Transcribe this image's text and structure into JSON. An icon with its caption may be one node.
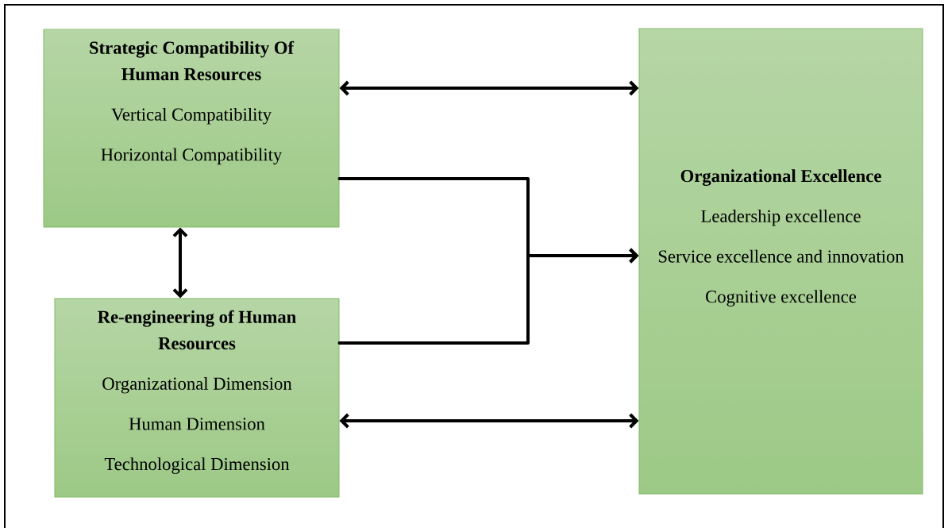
{
  "diagram": {
    "nodes": [
      {
        "text": [
          "Strategic Compatibility Of Human Resources",
          "Vertical Compatibility",
          "Horizontal Compatibility"
        ]
      },
      {
        "text": [
          "Re-engineering of Human Resources",
          "Organizational Dimension",
          "Human Dimension",
          "Technological Dimension"
        ]
      },
      {
        "text": [
          "Organizational Excellence",
          "Leadership excellence",
          "Service excellence and innovation",
          "Cognitive excellence"
        ]
      }
    ],
    "edges": [
      {
        "from": 0,
        "to": 2,
        "arrow": "both"
      },
      {
        "from": 0,
        "to": 1,
        "arrow": "both"
      },
      {
        "from": 0,
        "to": 2,
        "arrow": "to"
      },
      {
        "from": 1,
        "to": 2,
        "arrow": "to"
      },
      {
        "from": 1,
        "to": 2,
        "arrow": "both"
      }
    ]
  }
}
